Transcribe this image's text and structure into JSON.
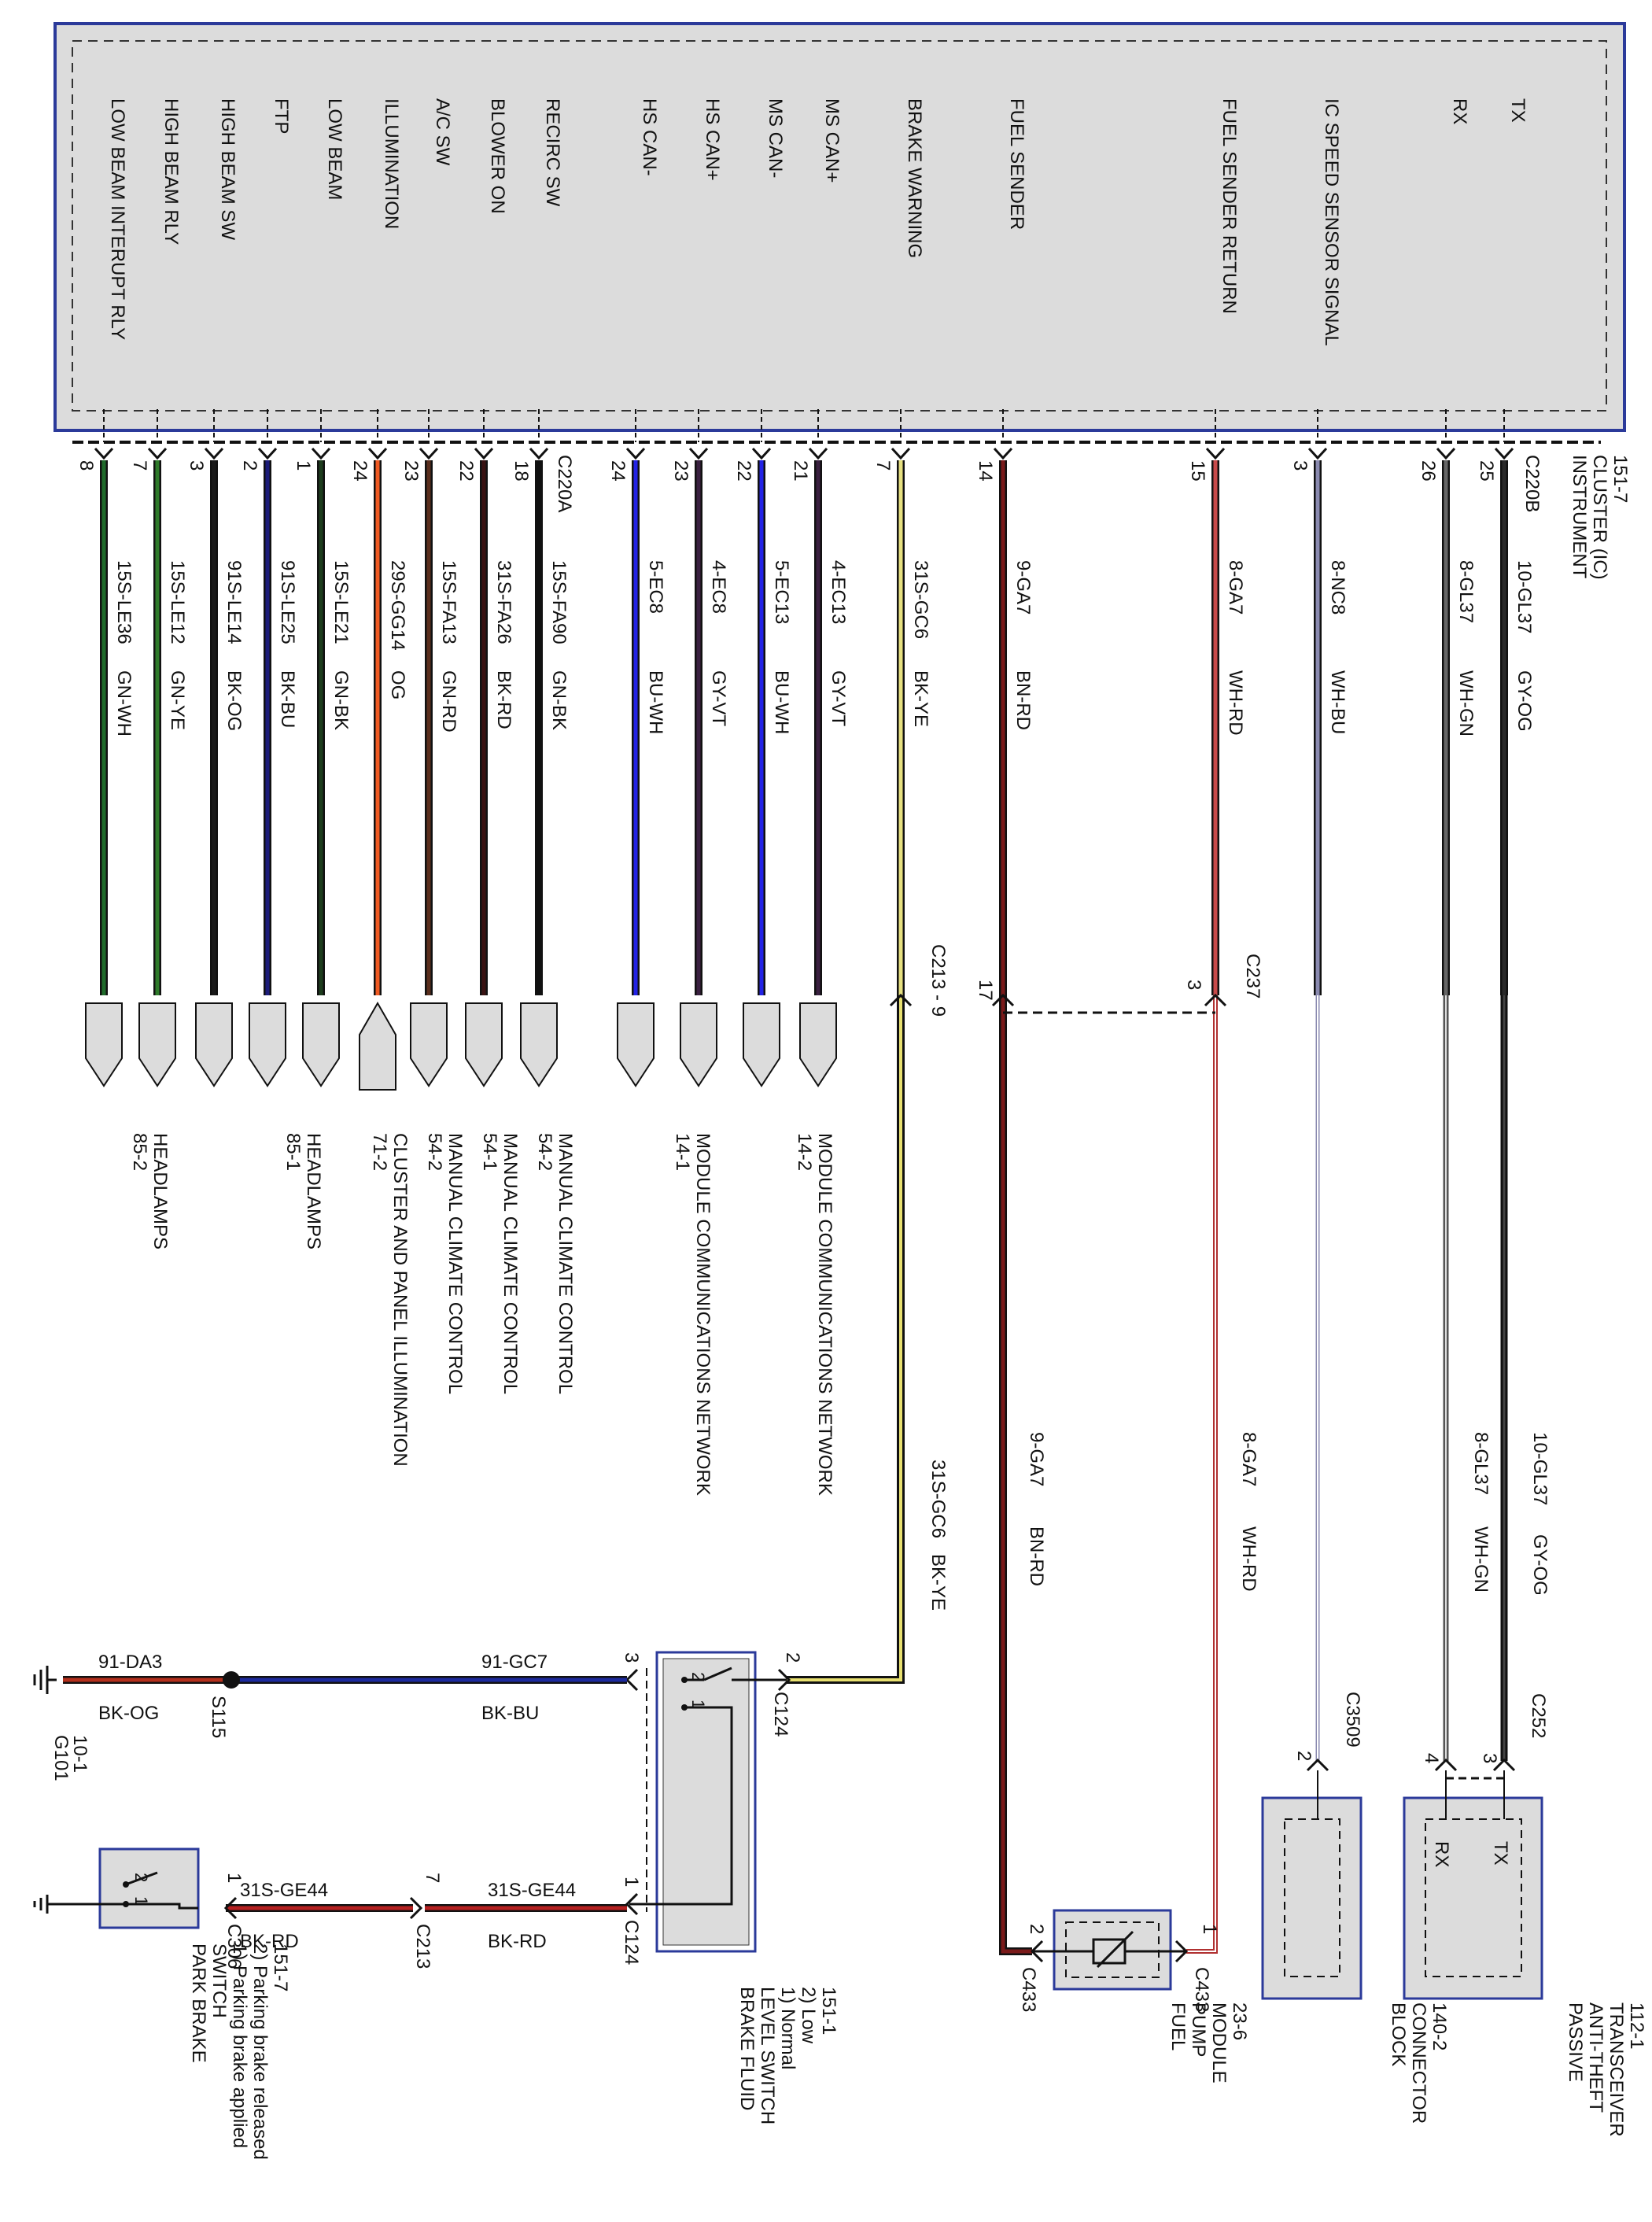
{
  "instrument_cluster": {
    "title_lines": [
      "INSTRUMENT",
      "CLUSTER (IC)",
      "151-7"
    ],
    "connector_a": "C220A",
    "connector_b": "C220B",
    "signals": [
      {
        "label": "LOW BEAM INTERUPT RLY",
        "pin": "8",
        "wire": "15S-LE36",
        "color_code": "GN-WH",
        "color": "#1f6b2b"
      },
      {
        "label": "HIGH BEAM RLY",
        "pin": "7",
        "wire": "15S-LE12",
        "color_code": "GN-YE",
        "color": "#2e7a2a"
      },
      {
        "label": "HIGH BEAM SW",
        "pin": "3",
        "wire": "91S-LE14",
        "color_code": "BK-OG",
        "color": "#1a1a1a"
      },
      {
        "label": "FTP",
        "pin": "2",
        "wire": "91S-LE25",
        "color_code": "BK-BU",
        "color": "#1c1c7a"
      },
      {
        "label": "LOW BEAM",
        "pin": "1",
        "wire": "15S-LE21",
        "color_code": "GN-BK",
        "color": "#1d3d1d"
      },
      {
        "label": "ILLUMINATION",
        "pin": "24",
        "wire": "29S-GG14",
        "color_code": "OG",
        "color": "#f05a22"
      },
      {
        "label": "A/C SW",
        "pin": "23",
        "wire": "15S-FA13",
        "color_code": "GN-RD",
        "color": "#5a2e1d"
      },
      {
        "label": "BLOWER ON",
        "pin": "22",
        "wire": "31S-FA26",
        "color_code": "BK-RD",
        "color": "#3a1212"
      },
      {
        "label": "RECIRC SW",
        "pin": "18",
        "wire": "15S-FA90",
        "color_code": "GN-BK",
        "color": "#111111"
      },
      {
        "label": "HS CAN-",
        "pin": "24",
        "wire": "5-EC8",
        "color_code": "BU-WH",
        "color": "#2323e6"
      },
      {
        "label": "HS CAN+",
        "pin": "23",
        "wire": "4-EC8",
        "color_code": "GY-VT",
        "color": "#3a2040"
      },
      {
        "label": "MS CAN-",
        "pin": "22",
        "wire": "5-EC13",
        "color_code": "BU-WH",
        "color": "#2323e6"
      },
      {
        "label": "MS CAN+",
        "pin": "21",
        "wire": "4-EC13",
        "color_code": "GY-VT",
        "color": "#3a2040"
      },
      {
        "label": "BRAKE WARNING",
        "pin": "7",
        "wire": "31S-GC6",
        "color_code": "BK-YE",
        "color": "#e6e080"
      },
      {
        "label": "FUEL SENDER",
        "pin": "14",
        "wire": "9-GA7",
        "color_code": "BN-RD",
        "color": "#7a1a1a"
      },
      {
        "label": "FUEL SENDER RETURN",
        "pin": "15",
        "wire": "8-GA7",
        "color_code": "WH-RD",
        "color": "#c84a4a"
      },
      {
        "label": "IC SPEED SENSOR SIGNAL",
        "pin": "3",
        "wire": "8-NC8",
        "color_code": "WH-BU",
        "color": "#8a8ab0"
      },
      {
        "label": "RX",
        "pin": "26",
        "wire": "8-GL37",
        "color_code": "WH-GN",
        "color": "#666666"
      },
      {
        "label": "TX",
        "pin": "25",
        "wire": "10-GL37",
        "color_code": "GY-OG",
        "color": "#2a2a2a"
      }
    ]
  },
  "destinations": [
    {
      "ref": "85-2",
      "name": "HEADLAMPS"
    },
    {
      "ref": "85-1",
      "name": "HEADLAMPS"
    },
    {
      "ref": "71-2",
      "name": "CLUSTER AND PANEL ILLUMINATION"
    },
    {
      "ref": "54-2",
      "name": "MANUAL CLIMATE CONTROL"
    },
    {
      "ref": "54-1",
      "name": "MANUAL CLIMATE CONTROL"
    },
    {
      "ref": "54-2",
      "name": "MANUAL CLIMATE CONTROL"
    },
    {
      "ref": "14-1",
      "name": "MODULE COMMUNICATIONS NETWORK"
    },
    {
      "ref": "14-2",
      "name": "MODULE COMMUNICATIONS NETWORK"
    }
  ],
  "connectors": {
    "c213_9": "C213 - 9",
    "c237": "C237",
    "c237_pin_17": "17",
    "c237_pin_3": "3",
    "c124": "C124",
    "c124_pin_2": "2",
    "c124_pin_3": "3",
    "c124_pin_1": "1",
    "c213": "C213",
    "c213_pin": "7",
    "c306": "C306",
    "c306_pin": "1",
    "c433": "C433",
    "c433_pin_2": "2",
    "c433_pin_1": "1",
    "c3509": "C3509",
    "c3509_pin": "2",
    "c252": "C252",
    "c252_pin_4": "4",
    "c252_pin_3": "3"
  },
  "lower_wires": {
    "brake_warning": {
      "wire": "31S-GC6",
      "color_code": "BK-YE"
    },
    "fuel_sender": {
      "wire": "9-GA7",
      "color_code": "BN-RD"
    },
    "fuel_return": {
      "wire": "8-GA7",
      "color_code": "WH-RD"
    },
    "rx": {
      "wire": "8-GL37",
      "color_code": "WH-GN"
    },
    "tx": {
      "wire": "10-GL37",
      "color_code": "GY-OG"
    },
    "ground_feed": {
      "wire": "91-DA3",
      "color_code": "BK-OG"
    },
    "splice_feed": {
      "wire": "91-GC7",
      "color_code": "BK-BU"
    },
    "park_brake_1": {
      "wire": "31S-GE44",
      "color_code": "BK-RD"
    },
    "park_brake_2": {
      "wire": "31S-GE44",
      "color_code": "BK-RD"
    }
  },
  "ground": {
    "ref": "G101",
    "page": "10-1"
  },
  "splice": "S115",
  "components": {
    "brake_fluid": {
      "lines": [
        "BRAKE FLUID",
        "LEVEL SWITCH",
        "1) Normal",
        "2) Low",
        "151-1"
      ],
      "pin_a": "2",
      "pin_b": "1"
    },
    "park_brake": {
      "lines": [
        "PARK BRAKE",
        "SWITCH",
        "1) Parking brake applied",
        "2) Parking brake released",
        "151-7"
      ],
      "pin_a": "2",
      "pin_b": "1"
    },
    "fuel_pump": {
      "lines": [
        "FUEL",
        "PUMP",
        "MODULE",
        "23-6"
      ]
    },
    "block_connector": {
      "lines": [
        "BLOCK",
        "CONNECTOR",
        "140-2"
      ]
    },
    "pats": {
      "lines": [
        "PASSIVE",
        "ANTI-THEFT",
        "TRANSCEIVER",
        "112-1"
      ],
      "rx": "RX",
      "tx": "TX"
    }
  },
  "palette": {
    "frame_blue": "#2b3a9a",
    "panel_fill": "#dcdcdc",
    "ground_wire": "#b5301c",
    "splice_wire": "#1c2a9e",
    "park_wire": "#b52020",
    "brake_wire": "#e8e070"
  }
}
